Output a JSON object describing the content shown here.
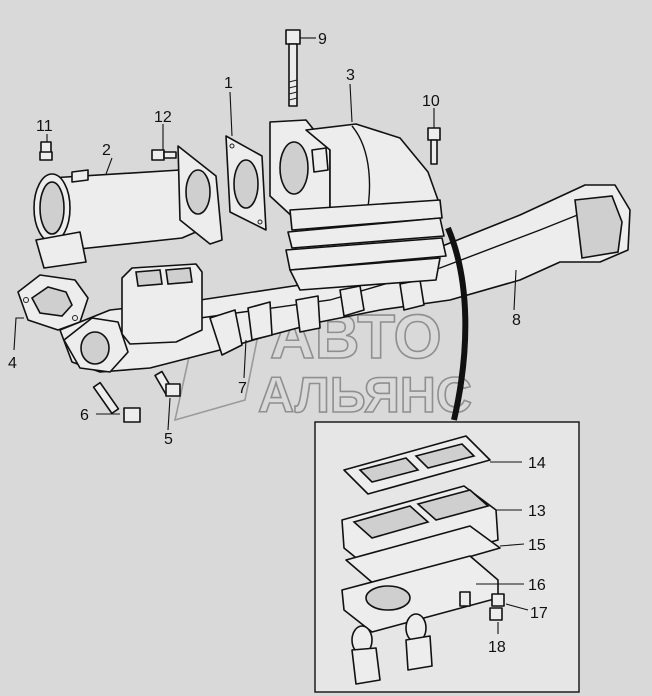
{
  "watermark": {
    "line1": "АВТО",
    "line2": "АЛЬЯНС"
  },
  "callouts": [
    {
      "id": "1",
      "text": "1"
    },
    {
      "id": "2",
      "text": "2"
    },
    {
      "id": "3",
      "text": "3"
    },
    {
      "id": "4",
      "text": "4"
    },
    {
      "id": "5",
      "text": "5"
    },
    {
      "id": "6",
      "text": "6"
    },
    {
      "id": "7",
      "text": "7"
    },
    {
      "id": "8",
      "text": "8"
    },
    {
      "id": "9",
      "text": "9"
    },
    {
      "id": "10",
      "text": "10"
    },
    {
      "id": "11",
      "text": "11"
    },
    {
      "id": "12",
      "text": "12"
    },
    {
      "id": "13",
      "text": "13"
    },
    {
      "id": "14",
      "text": "14"
    },
    {
      "id": "15",
      "text": "15"
    },
    {
      "id": "16",
      "text": "16"
    },
    {
      "id": "17",
      "text": "17"
    },
    {
      "id": "18",
      "text": "18"
    }
  ]
}
